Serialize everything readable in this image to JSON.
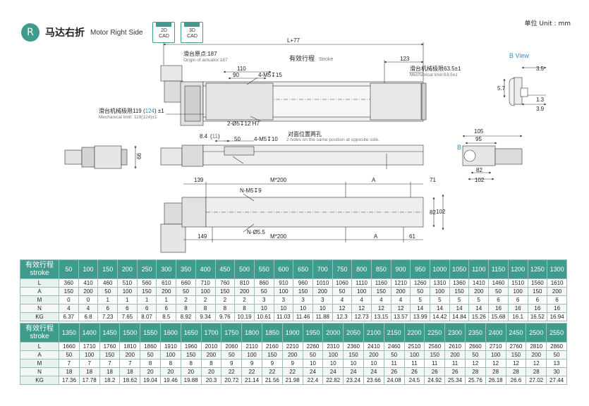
{
  "header": {
    "badge": "R",
    "title_cn": "马达右折",
    "title_en": "Motor Right Side",
    "cad": [
      {
        "top": "2D",
        "bottom": "CAD"
      },
      {
        "top": "3D",
        "bottom": "CAD"
      }
    ],
    "unit_label": "单位 Unit : mm"
  },
  "drawing": {
    "overall_len": "L+77",
    "origin_cn": "滑台原点:187",
    "origin_en": "Origin of actuator:187",
    "stroke_cn": "有效行程",
    "stroke_en": "Stroke",
    "dim_123": "123",
    "dim_110": "110",
    "dim_90": "90",
    "hole_4m5": "4-M5↧15",
    "limit_r_cn": "滑台机械极限63.5±1",
    "limit_r_en": "Mechanical limit:63.5±1",
    "limit_l_cn_a": "滑台机械极限119 (",
    "limit_l_cn_b": "124",
    "limit_l_cn_c": ") ±1",
    "limit_l_en": "Mechanical limit: 119(124)±1",
    "pin_hole": "2-Ø5↧12 H7",
    "bview_title": "B View",
    "bview_3_5": "3.5",
    "bview_5_7": "5.7",
    "bview_1_3": "1.3",
    "bview_3_9": "3.9",
    "dim_8_4": "8.4",
    "dim_11": "11",
    "dim_50": "50",
    "hole_4m5_10": "4-M5↧10",
    "opp_cn": "对面位置两孔",
    "opp_en": "2 holes on the same position at opposite side.",
    "dim_66": "66",
    "dim_105": "105",
    "dim_95": "95",
    "dim_82": "82",
    "dim_102": "102",
    "label_b": "B",
    "dim_139": "139",
    "dim_m200": "M*200",
    "dim_a": "A",
    "dim_71": "71",
    "hole_nm5": "N-M5↧9",
    "hole_nd5": "N-Ø5.5",
    "dim_149": "149",
    "dim_61": "61",
    "dim_82b": "82",
    "dim_102b": "102"
  },
  "table1": {
    "header_cn": "有效行程",
    "header_en": "stroke",
    "strokes": [
      "50",
      "100",
      "150",
      "200",
      "250",
      "300",
      "350",
      "400",
      "450",
      "500",
      "550",
      "600",
      "650",
      "700",
      "750",
      "800",
      "850",
      "900",
      "950",
      "1000",
      "1050",
      "1100",
      "1150",
      "1200",
      "1250",
      "1300"
    ],
    "rows": [
      {
        "label": "L",
        "values": [
          "360",
          "410",
          "460",
          "510",
          "560",
          "610",
          "660",
          "710",
          "760",
          "810",
          "860",
          "910",
          "960",
          "1010",
          "1060",
          "1110",
          "1160",
          "1210",
          "1260",
          "1310",
          "1360",
          "1410",
          "1460",
          "1510",
          "1560",
          "1610"
        ]
      },
      {
        "label": "A",
        "values": [
          "150",
          "200",
          "50",
          "100",
          "150",
          "200",
          "50",
          "100",
          "150",
          "200",
          "50",
          "100",
          "150",
          "200",
          "50",
          "100",
          "150",
          "200",
          "50",
          "100",
          "150",
          "200",
          "50",
          "100",
          "150",
          "200"
        ]
      },
      {
        "label": "M",
        "values": [
          "0",
          "0",
          "1",
          "1",
          "1",
          "1",
          "2",
          "2",
          "2",
          "2",
          "3",
          "3",
          "3",
          "3",
          "4",
          "4",
          "4",
          "4",
          "5",
          "5",
          "5",
          "5",
          "6",
          "6",
          "6",
          "6"
        ]
      },
      {
        "label": "N",
        "values": [
          "4",
          "4",
          "6",
          "6",
          "6",
          "6",
          "8",
          "8",
          "8",
          "8",
          "10",
          "10",
          "10",
          "10",
          "12",
          "12",
          "12",
          "12",
          "14",
          "14",
          "14",
          "14",
          "16",
          "16",
          "16",
          "16"
        ]
      },
      {
        "label": "KG",
        "values": [
          "6.37",
          "6.8",
          "7.23",
          "7.65",
          "8.07",
          "8.5",
          "8.92",
          "9.34",
          "9.76",
          "10.19",
          "10.61",
          "11.03",
          "11.46",
          "11.88",
          "12.3",
          "12.73",
          "13.15",
          "13.57",
          "13.99",
          "14.42",
          "14.84",
          "15.26",
          "15.68",
          "16.1",
          "16.52",
          "16.94"
        ]
      }
    ]
  },
  "table2": {
    "header_cn": "有效行程",
    "header_en": "stroke",
    "strokes": [
      "1350",
      "1400",
      "1450",
      "1500",
      "1550",
      "1600",
      "1650",
      "1700",
      "1750",
      "1800",
      "1850",
      "1900",
      "1950",
      "2000",
      "2050",
      "2100",
      "2150",
      "2200",
      "2250",
      "2300",
      "2350",
      "2400",
      "2450",
      "2500",
      "2550"
    ],
    "rows": [
      {
        "label": "L",
        "values": [
          "1660",
          "1710",
          "1760",
          "1810",
          "1860",
          "1910",
          "1960",
          "2010",
          "2060",
          "2110",
          "2160",
          "2210",
          "2260",
          "2310",
          "2360",
          "2410",
          "2460",
          "2510",
          "2560",
          "2610",
          "2660",
          "2710",
          "2760",
          "2810",
          "2860"
        ]
      },
      {
        "label": "A",
        "values": [
          "50",
          "100",
          "150",
          "200",
          "50",
          "100",
          "150",
          "200",
          "50",
          "100",
          "150",
          "200",
          "50",
          "100",
          "150",
          "200",
          "50",
          "100",
          "150",
          "200",
          "50",
          "100",
          "150",
          "200",
          "50"
        ]
      },
      {
        "label": "M",
        "values": [
          "7",
          "7",
          "7",
          "7",
          "8",
          "8",
          "8",
          "8",
          "9",
          "9",
          "9",
          "9",
          "10",
          "10",
          "10",
          "10",
          "11",
          "11",
          "11",
          "11",
          "12",
          "12",
          "12",
          "12",
          "13"
        ]
      },
      {
        "label": "N",
        "values": [
          "18",
          "18",
          "18",
          "18",
          "20",
          "20",
          "20",
          "20",
          "22",
          "22",
          "22",
          "22",
          "24",
          "24",
          "24",
          "24",
          "26",
          "26",
          "26",
          "26",
          "28",
          "28",
          "28",
          "28",
          "30"
        ]
      },
      {
        "label": "KG",
        "values": [
          "17.36",
          "17.78",
          "18.2",
          "18.62",
          "19.04",
          "19.46",
          "19.88",
          "20.3",
          "20.72",
          "21.14",
          "21.56",
          "21.98",
          "22.4",
          "22.82",
          "23.24",
          "23.66",
          "24.08",
          "24.5",
          "24.92",
          "25.34",
          "25.76",
          "26.18",
          "26.6",
          "27.02",
          "27.44"
        ]
      }
    ]
  }
}
